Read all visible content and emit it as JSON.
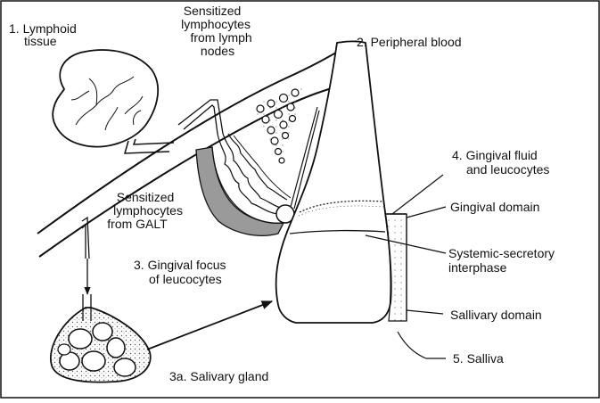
{
  "labels": {
    "lymphoid_tissue": [
      "1. Lymphoid",
      "tissue"
    ],
    "sensitized_lymph_nodes": [
      "Sensitized",
      "lymphocytes",
      "from lymph",
      "nodes"
    ],
    "peripheral_blood": "2. Peripheral blood",
    "gingival_fluid": [
      "4. Gingival fluid",
      "and leucocytes"
    ],
    "gingival_domain": "Gingival domain",
    "sensitized_galt": [
      "Sensitized",
      "lymphocytes",
      "from GALT"
    ],
    "systemic_secretory": [
      "Systemic-secretory",
      "interphase"
    ],
    "gingival_focus": [
      "3. Gingival focus",
      "of leucocytes"
    ],
    "salivary_domain": "Sallivary domain",
    "saliva": "5. Salliva",
    "salivary_gland": "3a. Salivary gland"
  }
}
